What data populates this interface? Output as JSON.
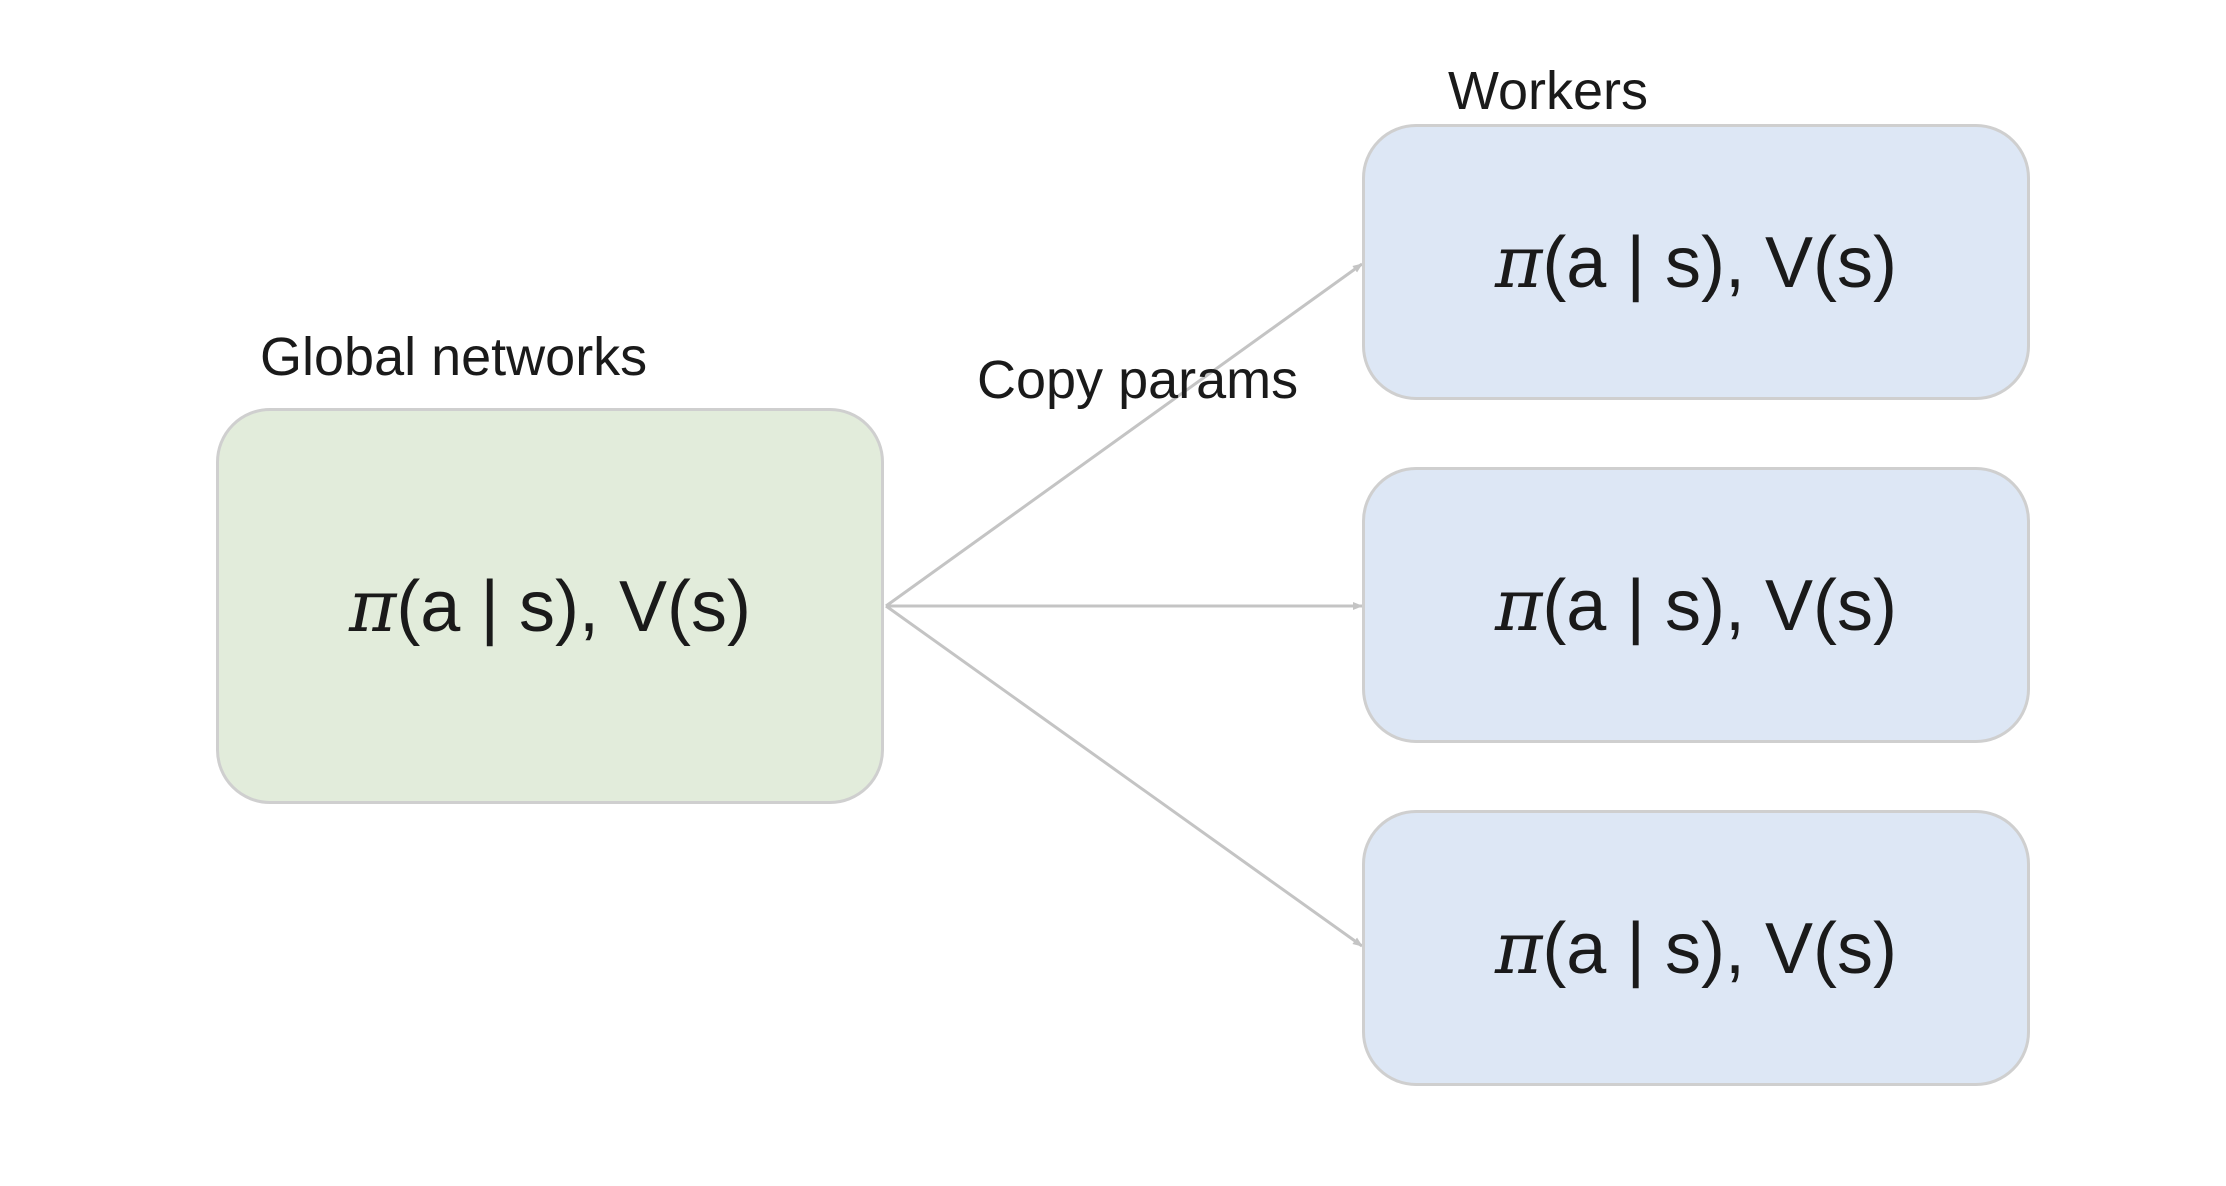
{
  "labels": {
    "global": "Global networks",
    "workers": "Workers",
    "copy": "Copy params"
  },
  "global_box": {
    "pi": "π",
    "rest": "(a | s), V(s)"
  },
  "workers": [
    {
      "pi": "π",
      "rest": "(a | s), V(s)"
    },
    {
      "pi": "π",
      "rest": "(a | s), V(s)"
    },
    {
      "pi": "π",
      "rest": "(a | s), V(s)"
    }
  ],
  "colors": {
    "global_fill": "#e2ecdb",
    "worker_fill": "#dde7f5",
    "border": "#cfcfcf",
    "arrow": "#c4c4c4"
  }
}
